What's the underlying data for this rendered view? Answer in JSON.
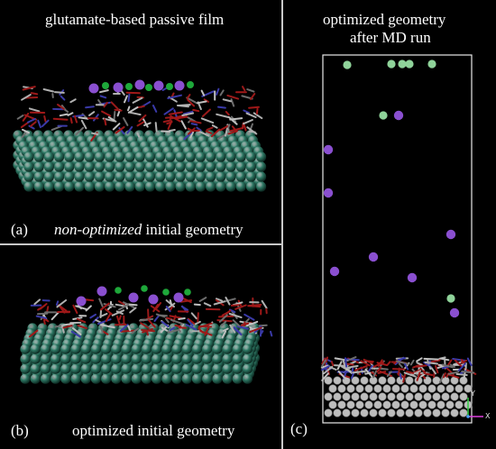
{
  "panel_a": {
    "title": "glutamate-based passive film",
    "letter": "(a)",
    "caption_italic": "non-optimized",
    "caption_rest": " initial geometry"
  },
  "panel_b": {
    "letter": "(b)",
    "caption": "optimized initial geometry"
  },
  "panel_c": {
    "title_line1": "optimized geometry",
    "title_line2": "after MD run",
    "letter": "(c)",
    "axis_y": "Y",
    "axis_x": "X"
  },
  "colors": {
    "background": "#000000",
    "slab_atom": "#2f7a66",
    "ion_purple": "#8a4fd0",
    "ion_green": "#8fd39a",
    "surface_slab_grey": "#bdbdbd",
    "divider": "#c8c8c8"
  }
}
